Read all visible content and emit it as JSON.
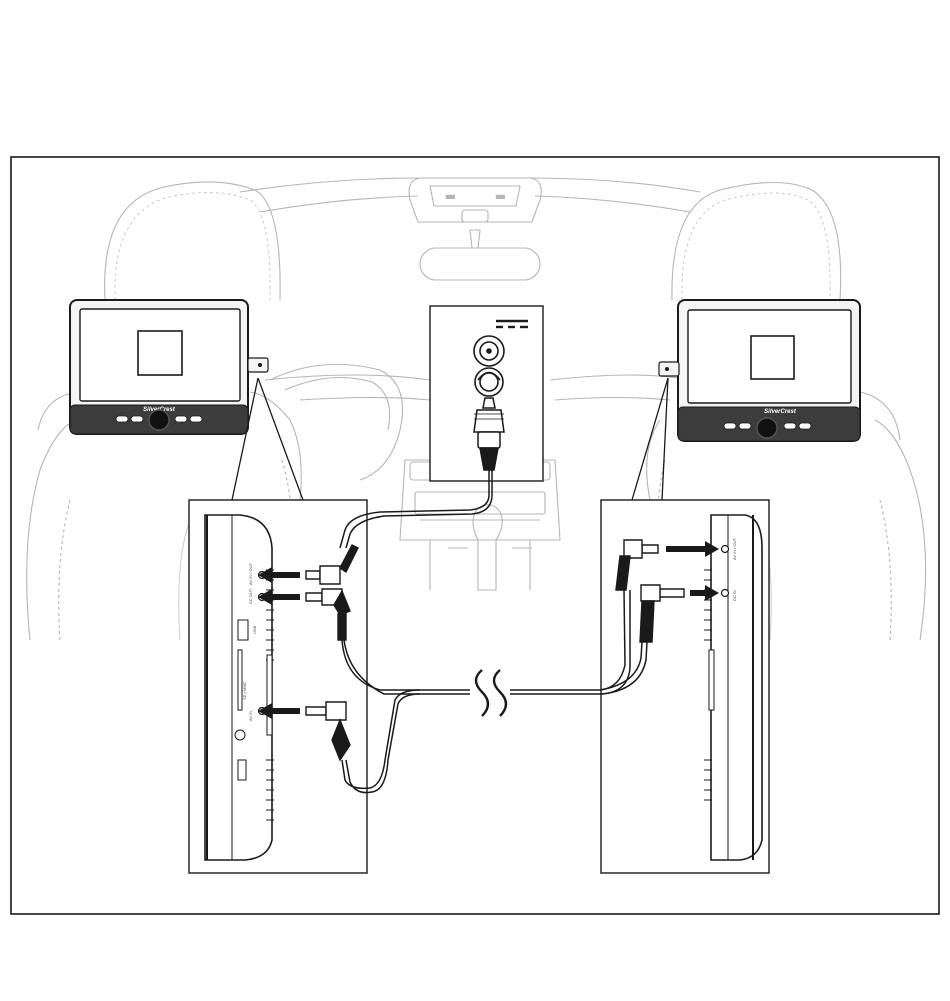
{
  "left_monitor": {
    "brand": "SilverCrest"
  },
  "right_monitor": {
    "brand": "SilverCrest"
  },
  "left_port_labels": [
    "AV IN / OUT",
    "DC OUT",
    "USB",
    "SD / MMC",
    "AV IN"
  ],
  "right_port_labels": [
    "AV IN / OUT",
    "DC IN"
  ]
}
